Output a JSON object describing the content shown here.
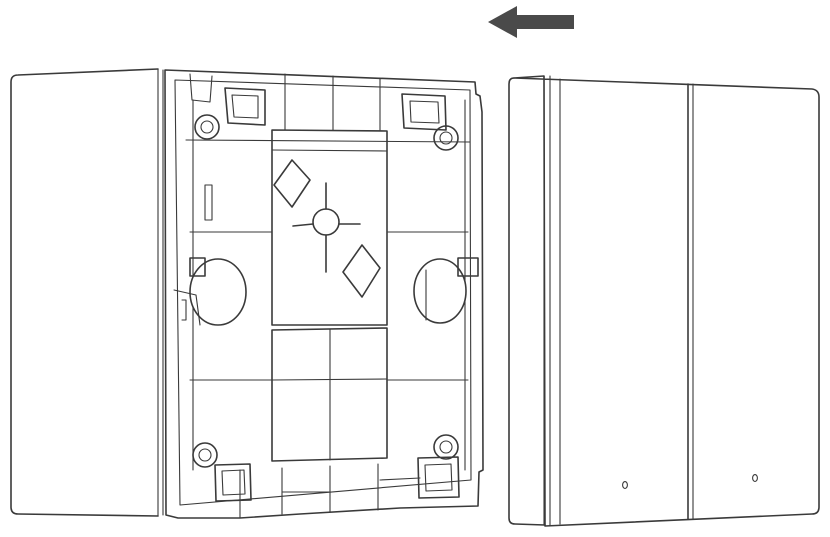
{
  "diagram": {
    "arrow": {
      "direction": "left",
      "color": "#4a4a4a"
    },
    "line_color": "#3a3a3a",
    "background": "#ffffff",
    "parts": [
      "mounting-bracket-back-view",
      "switch-panel-front-view"
    ],
    "switch_panel": {
      "gang_count": 2,
      "indicator_dots": 2
    }
  }
}
